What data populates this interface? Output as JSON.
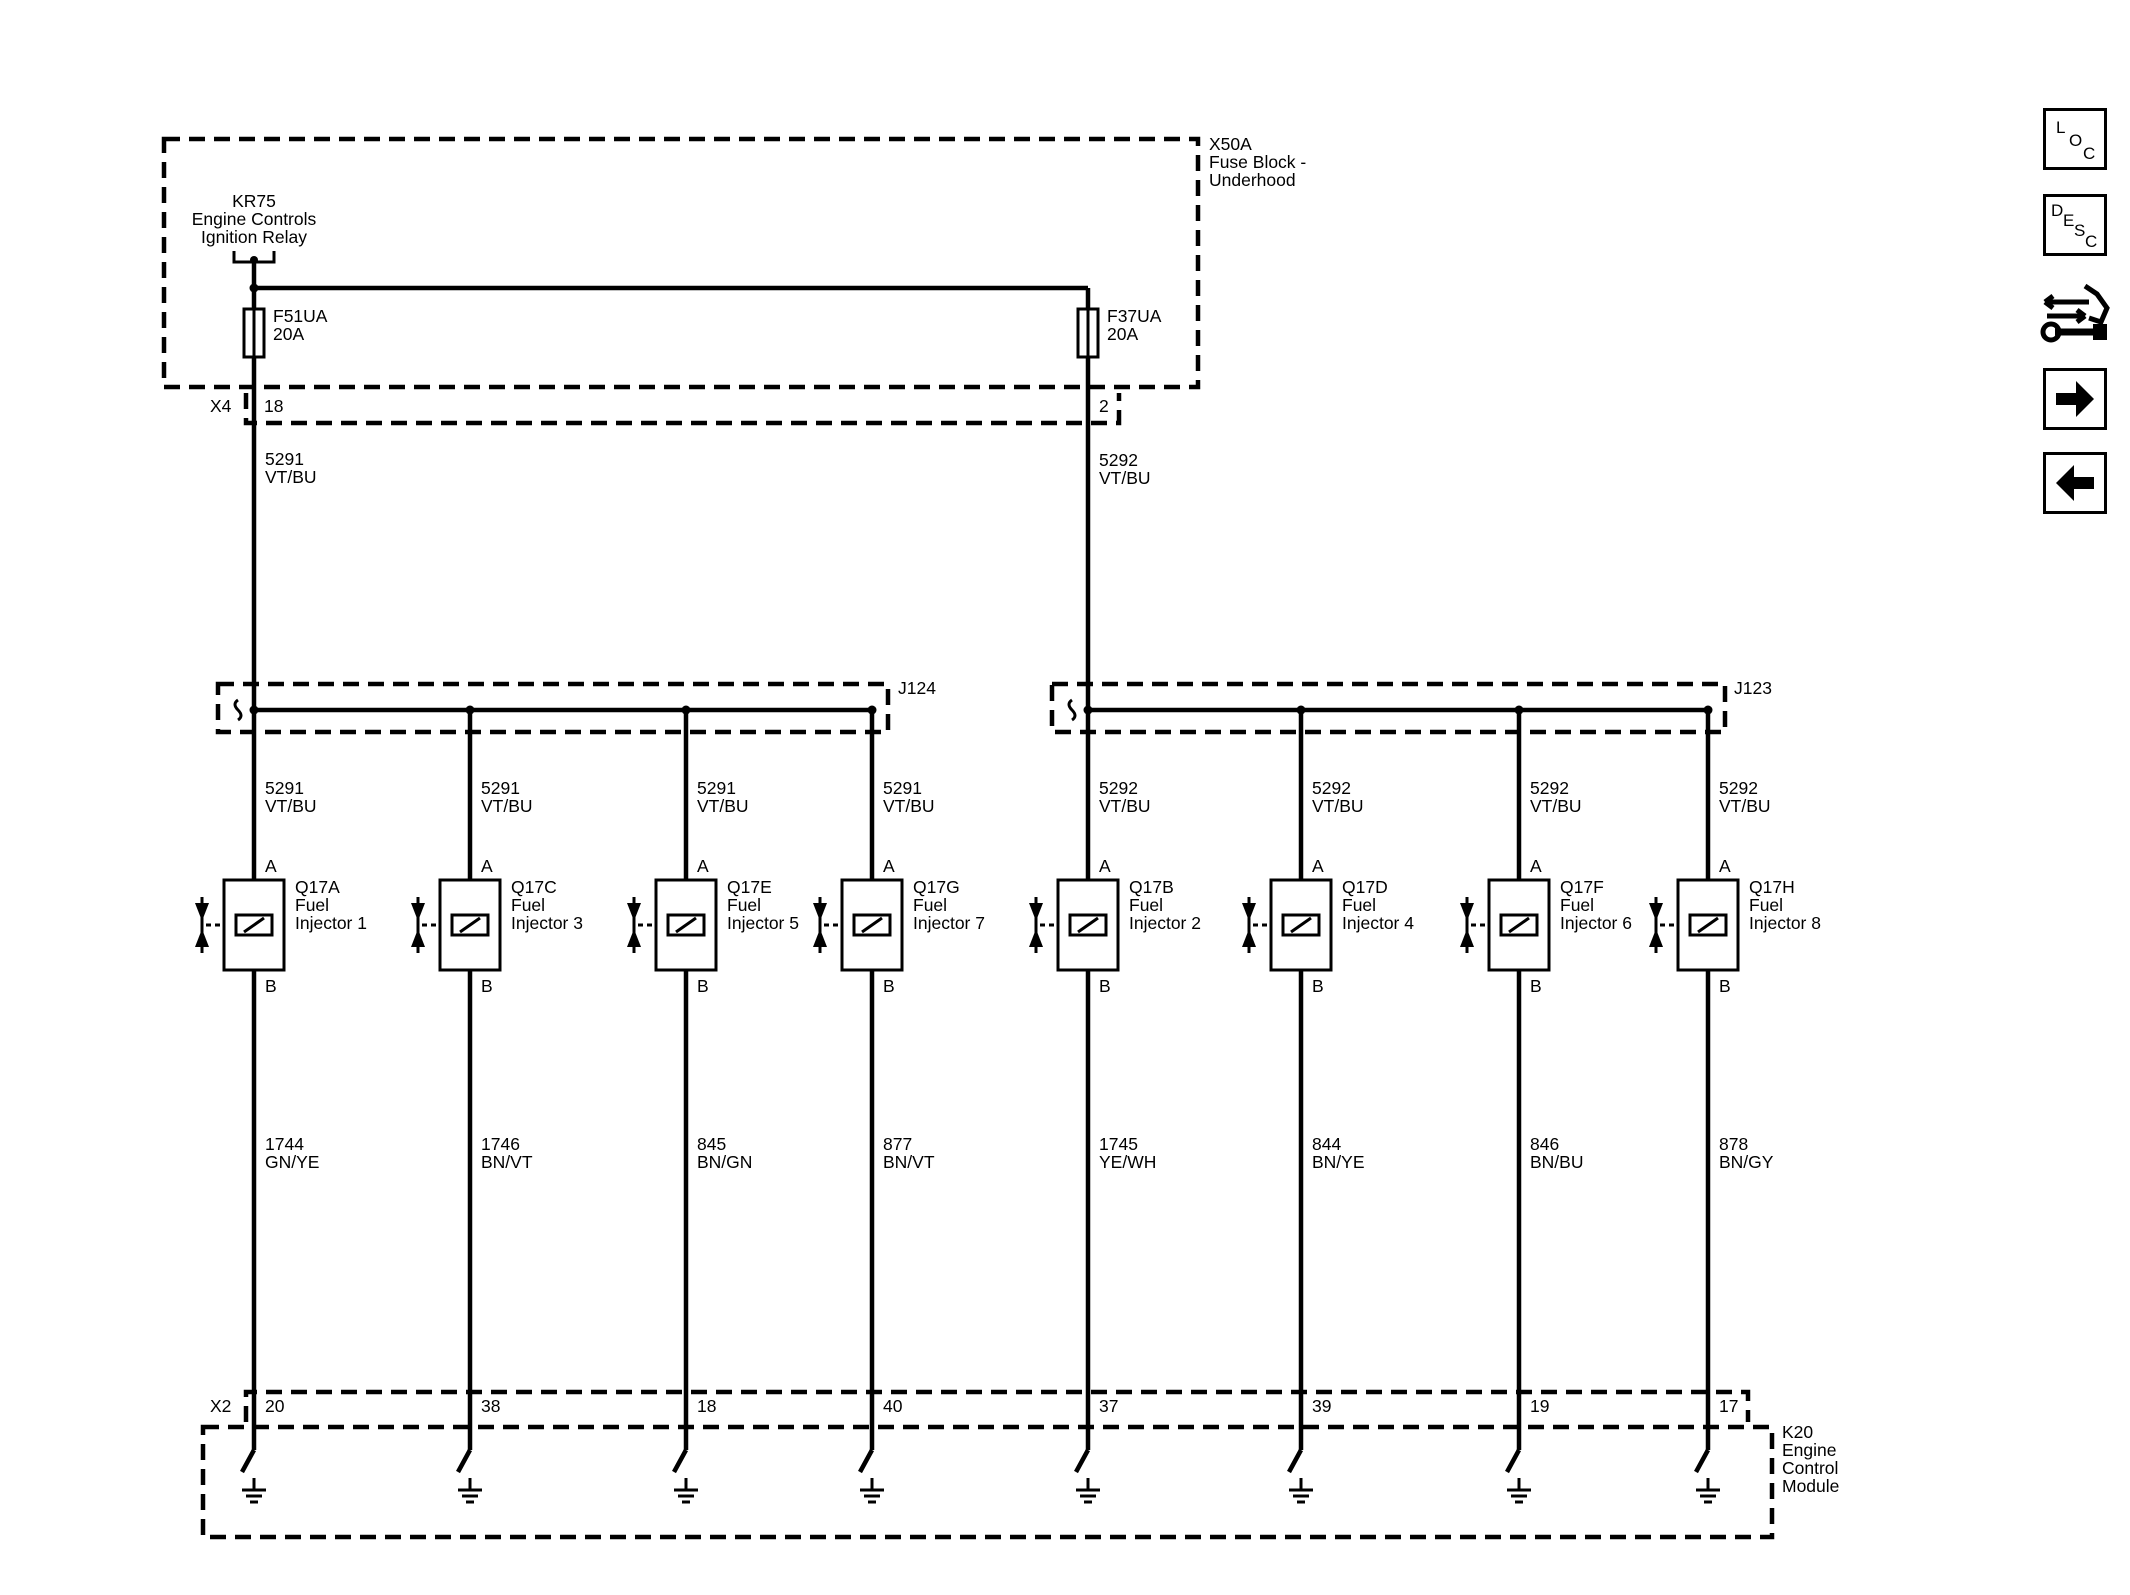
{
  "modules": {
    "fuse_block": {
      "id": "X50A",
      "name_line1": "Fuse Block -",
      "name_line2": "Underhood"
    },
    "relay": {
      "id": "KR75",
      "name_line1": "Engine Controls",
      "name_line2": "Ignition Relay"
    },
    "ecm": {
      "id": "K20",
      "name_line1": "Engine",
      "name_line2": "Control",
      "name_line3": "Module"
    }
  },
  "fuses": [
    {
      "id": "F51UA",
      "rating": "20A"
    },
    {
      "id": "F37UA",
      "rating": "20A"
    }
  ],
  "connectors": {
    "x4": {
      "id": "X4",
      "pins": [
        "18",
        "2"
      ]
    },
    "x2": {
      "id": "X2"
    }
  },
  "feed_wires": [
    {
      "circuit": "5291",
      "color": "VT/BU"
    },
    {
      "circuit": "5292",
      "color": "VT/BU"
    }
  ],
  "splices": [
    {
      "id": "J124"
    },
    {
      "id": "J123"
    }
  ],
  "injectors": [
    {
      "ref": "Q17A",
      "line1": "Fuel",
      "line2": "Injector 1",
      "pin_a": "A",
      "pin_b": "B",
      "feed_circuit": "5291",
      "feed_color": "VT/BU",
      "ctrl_circuit": "1744",
      "ctrl_color": "GN/YE",
      "ecm_pin": "20"
    },
    {
      "ref": "Q17C",
      "line1": "Fuel",
      "line2": "Injector 3",
      "pin_a": "A",
      "pin_b": "B",
      "feed_circuit": "5291",
      "feed_color": "VT/BU",
      "ctrl_circuit": "1746",
      "ctrl_color": "BN/VT",
      "ecm_pin": "38"
    },
    {
      "ref": "Q17E",
      "line1": "Fuel",
      "line2": "Injector 5",
      "pin_a": "A",
      "pin_b": "B",
      "feed_circuit": "5291",
      "feed_color": "VT/BU",
      "ctrl_circuit": "845",
      "ctrl_color": "BN/GN",
      "ecm_pin": "18"
    },
    {
      "ref": "Q17G",
      "line1": "Fuel",
      "line2": "Injector 7",
      "pin_a": "A",
      "pin_b": "B",
      "feed_circuit": "5291",
      "feed_color": "VT/BU",
      "ctrl_circuit": "877",
      "ctrl_color": "BN/VT",
      "ecm_pin": "40"
    },
    {
      "ref": "Q17B",
      "line1": "Fuel",
      "line2": "Injector 2",
      "pin_a": "A",
      "pin_b": "B",
      "feed_circuit": "5292",
      "feed_color": "VT/BU",
      "ctrl_circuit": "1745",
      "ctrl_color": "YE/WH",
      "ecm_pin": "37"
    },
    {
      "ref": "Q17D",
      "line1": "Fuel",
      "line2": "Injector 4",
      "pin_a": "A",
      "pin_b": "B",
      "feed_circuit": "5292",
      "feed_color": "VT/BU",
      "ctrl_circuit": "844",
      "ctrl_color": "BN/YE",
      "ecm_pin": "39"
    },
    {
      "ref": "Q17F",
      "line1": "Fuel",
      "line2": "Injector 6",
      "pin_a": "A",
      "pin_b": "B",
      "feed_circuit": "5292",
      "feed_color": "VT/BU",
      "ctrl_circuit": "846",
      "ctrl_color": "BN/BU",
      "ecm_pin": "19"
    },
    {
      "ref": "Q17H",
      "line1": "Fuel",
      "line2": "Injector 8",
      "pin_a": "A",
      "pin_b": "B",
      "feed_circuit": "5292",
      "feed_color": "VT/BU",
      "ctrl_circuit": "878",
      "ctrl_color": "BN/GY",
      "ecm_pin": "17"
    }
  ],
  "nav": {
    "loc": {
      "l": "L",
      "o": "O",
      "c": "C",
      "icon": "location-icon"
    },
    "desc": {
      "d": "D",
      "e": "E",
      "s": "S",
      "c": "C",
      "icon": "description-icon"
    },
    "connector_icon": "connector-repair-icon",
    "next_icon": "arrow-right-icon",
    "prev_icon": "arrow-left-icon"
  }
}
